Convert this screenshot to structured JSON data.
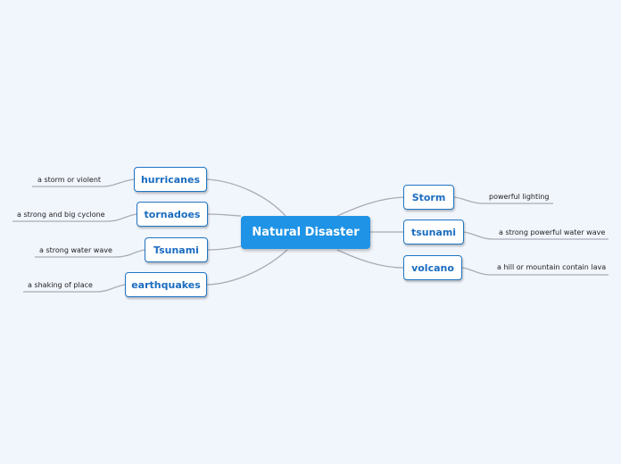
{
  "central": {
    "label": "Natural Disaster"
  },
  "left_branches": [
    {
      "label": "hurricanes",
      "note": "a storm or violent"
    },
    {
      "label": "tornadoes",
      "note": "a strong and big cyclone"
    },
    {
      "label": "Tsunami",
      "note": "a strong water wave"
    },
    {
      "label": "earthquakes",
      "note": "a shaking of place"
    }
  ],
  "right_branches": [
    {
      "label": "Storm",
      "note": "powerful lighting"
    },
    {
      "label": "tsunami",
      "note": "a strong powerful water wave"
    },
    {
      "label": "volcano",
      "note": "a hill or mountain contain lava"
    }
  ],
  "colors": {
    "background": "#f1f5fc",
    "central_fill": "#1f93e6",
    "node_border": "#1e76c4",
    "node_text": "#1b6cc0",
    "connector": "#a9acb4"
  }
}
